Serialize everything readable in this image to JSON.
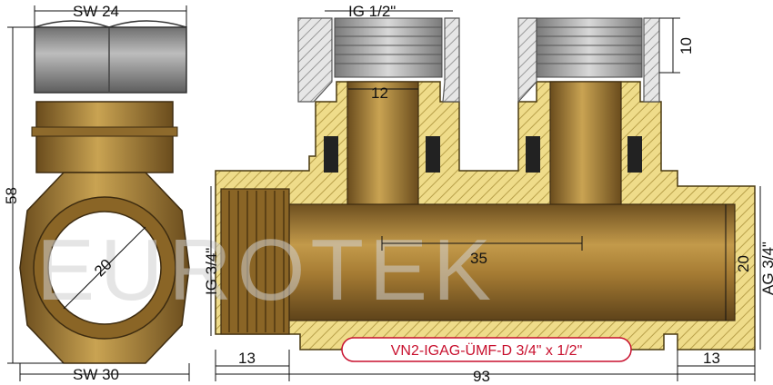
{
  "product_code": "VN2-IGAG-ÜMF-D 3/4\" x 1/2\"",
  "watermark": "EUROTEK",
  "dimensions": {
    "sw_top": "SW 24",
    "sw_bottom": "SW 30",
    "height_left": "58",
    "bore_diag": "20",
    "ig_top": "IG 1/2\"",
    "outlet_bore": "12",
    "thread_len_top": "10",
    "ig_side": "IG 3/4\"",
    "spacing": "35",
    "bore_right": "20",
    "ag_side": "AG 3/4\"",
    "len_left": "13",
    "len_total": "93",
    "len_right": "13"
  },
  "colors": {
    "brass": "#b08a3e",
    "brass_dark": "#7a5a1f",
    "section_hatch": "#e8d27a",
    "nut_gray": "#9a9a9a",
    "model_border": "#c8102e"
  }
}
